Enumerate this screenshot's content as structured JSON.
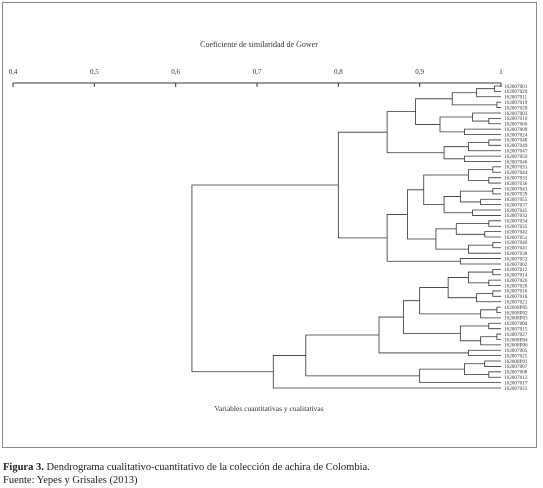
{
  "chart_data": {
    "type": "dendrogram",
    "title": "Coeficiente de similaridad de Gower",
    "xlabel": "Variables cuantitativas y cualitativas",
    "xlim": [
      0.4,
      1.0
    ],
    "ticks": [
      0.4,
      0.5,
      0.6,
      0.7,
      0.8,
      0.9,
      1.0
    ],
    "tick_labels": [
      "0,4",
      "0,5",
      "0,6",
      "0,7",
      "0,8",
      "0,9",
      "1"
    ],
    "leaves": [
      "162007001",
      "162007029",
      "162007011",
      "162007019",
      "162007020",
      "162007003",
      "162007010",
      "162007066",
      "162007009",
      "162007024",
      "162007048",
      "162007049",
      "162007047",
      "162007050",
      "162007046",
      "162007031",
      "162007044",
      "162007033",
      "162007036",
      "162007043",
      "162007039",
      "162007055",
      "162007037",
      "162007045",
      "162007032",
      "162007034",
      "162007035",
      "162007042",
      "162007051",
      "162007040",
      "162007041",
      "162007038",
      "162007052",
      "162007002",
      "162007012",
      "162007014",
      "162007026",
      "162007028",
      "162007016",
      "162007018",
      "162007021",
      "162008P05",
      "162008P02",
      "162008P03",
      "162007004",
      "162007015",
      "162007027",
      "162008P04",
      "162008P06",
      "162007005",
      "162007025",
      "162008P01",
      "162007007",
      "162007008",
      "162007013",
      "162007017",
      "162007023"
    ],
    "merges": [
      {
        "a": 0,
        "b": 1,
        "h": 0.992
      },
      {
        "a": 0,
        "b": 2,
        "h": 0.97
      },
      {
        "a": 3,
        "b": 4,
        "h": 0.995
      },
      {
        "a": 0,
        "b": 3,
        "h": 0.94
      },
      {
        "a": 6,
        "b": 7,
        "h": 0.985
      },
      {
        "a": 5,
        "b": 6,
        "h": 0.965
      },
      {
        "a": 8,
        "b": 9,
        "h": 0.955
      },
      {
        "a": 5,
        "b": 8,
        "h": 0.925
      },
      {
        "a": 0,
        "b": 5,
        "h": 0.895
      },
      {
        "a": 10,
        "b": 11,
        "h": 0.985
      },
      {
        "a": 10,
        "b": 12,
        "h": 0.96
      },
      {
        "a": 13,
        "b": 14,
        "h": 0.955
      },
      {
        "a": 10,
        "b": 13,
        "h": 0.93
      },
      {
        "a": 0,
        "b": 10,
        "h": 0.86
      },
      {
        "a": 15,
        "b": 16,
        "h": 0.99
      },
      {
        "a": 17,
        "b": 18,
        "h": 0.985
      },
      {
        "a": 15,
        "b": 17,
        "h": 0.96
      },
      {
        "a": 19,
        "b": 20,
        "h": 0.99
      },
      {
        "a": 21,
        "b": 22,
        "h": 0.975
      },
      {
        "a": 19,
        "b": 21,
        "h": 0.95
      },
      {
        "a": 23,
        "b": 24,
        "h": 0.965
      },
      {
        "a": 19,
        "b": 23,
        "h": 0.93
      },
      {
        "a": 15,
        "b": 19,
        "h": 0.905
      },
      {
        "a": 25,
        "b": 26,
        "h": 0.985
      },
      {
        "a": 27,
        "b": 28,
        "h": 0.98
      },
      {
        "a": 25,
        "b": 27,
        "h": 0.945
      },
      {
        "a": 29,
        "b": 30,
        "h": 0.99
      },
      {
        "a": 29,
        "b": 31,
        "h": 0.96
      },
      {
        "a": 25,
        "b": 29,
        "h": 0.92
      },
      {
        "a": 15,
        "b": 25,
        "h": 0.885
      },
      {
        "a": 32,
        "b": 33,
        "h": 0.95
      },
      {
        "a": 15,
        "b": 32,
        "h": 0.86
      },
      {
        "a": 0,
        "b": 15,
        "h": 0.8
      },
      {
        "a": 34,
        "b": 35,
        "h": 0.99
      },
      {
        "a": 36,
        "b": 37,
        "h": 0.985
      },
      {
        "a": 34,
        "b": 36,
        "h": 0.96
      },
      {
        "a": 38,
        "b": 39,
        "h": 0.99
      },
      {
        "a": 38,
        "b": 40,
        "h": 0.97
      },
      {
        "a": 34,
        "b": 38,
        "h": 0.935
      },
      {
        "a": 41,
        "b": 42,
        "h": 0.995
      },
      {
        "a": 41,
        "b": 43,
        "h": 0.975
      },
      {
        "a": 34,
        "b": 41,
        "h": 0.9
      },
      {
        "a": 44,
        "b": 45,
        "h": 0.985
      },
      {
        "a": 46,
        "b": 47,
        "h": 0.995
      },
      {
        "a": 46,
        "b": 48,
        "h": 0.975
      },
      {
        "a": 44,
        "b": 46,
        "h": 0.95
      },
      {
        "a": 34,
        "b": 44,
        "h": 0.88
      },
      {
        "a": 49,
        "b": 50,
        "h": 0.96
      },
      {
        "a": 34,
        "b": 49,
        "h": 0.85
      },
      {
        "a": 51,
        "b": 52,
        "h": 0.98
      },
      {
        "a": 53,
        "b": 54,
        "h": 0.985
      },
      {
        "a": 51,
        "b": 53,
        "h": 0.955
      },
      {
        "a": 51,
        "b": 55,
        "h": 0.9
      },
      {
        "a": 34,
        "b": 51,
        "h": 0.76
      },
      {
        "a": 34,
        "b": 56,
        "h": 0.72
      },
      {
        "a": 0,
        "b": 34,
        "h": 0.62
      }
    ]
  },
  "caption": {
    "figure_label": "Figura 3.",
    "figure_text": " Dendrograma cualitativo-cuantitativo de la colección de achira de Colombia.",
    "source": "Fuente: Yepes y Grisales (2013)"
  }
}
